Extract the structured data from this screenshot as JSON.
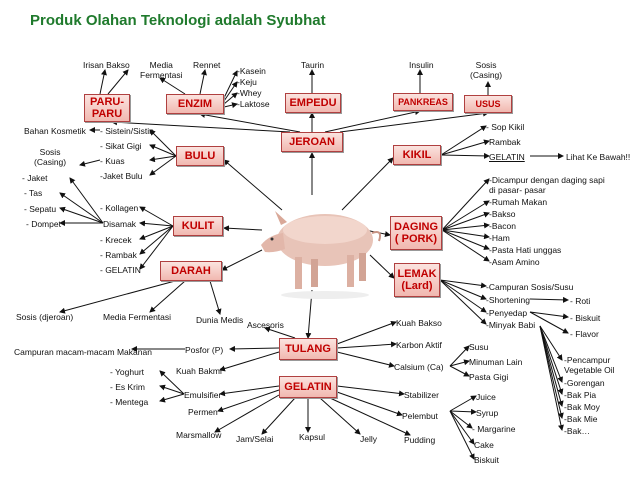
{
  "title": "Produk Olahan Teknologi adalah Syubhat",
  "boxes": {
    "paru": "PARU-\nPARU",
    "enzim": "ENZIM",
    "empedu": "EMPEDU",
    "pankreas": "PANKREAS",
    "usus": "USUS",
    "jeroan": "JEROAN",
    "bulu": "BULU",
    "kikil": "KIKIL",
    "kulit": "KULIT",
    "daging": "DAGING\n( PORK)",
    "darah": "DARAH",
    "lemak": "LEMAK\n(Lard)",
    "tulang": "TULANG",
    "gelatin": "GELATIN"
  },
  "labels": {
    "irisan_bakso": "Irisan Bakso",
    "media_fermentasi_top": "Media\nFermentasi",
    "rennet": "Rennet",
    "kasein": "-Kasein",
    "keju": "-Keju",
    "whey": "-Whey",
    "laktose": "-Laktose",
    "taurin": "Taurin",
    "insulin": "Insulin",
    "sosis_casing_right": "Sosis\n(Casing)",
    "bahan_kosmetik": "Bahan Kosmetik",
    "sistein": "- Sistein/Sistin",
    "sikat_gigi": "- Sikat Gigi",
    "kuas": "- Kuas",
    "jaket_bulu": "-Jaket Bulu",
    "sosis_casing_left": "Sosis\n(Casing)",
    "jaket": "- Jaket",
    "tas": "- Tas",
    "sepatu": "- Sepatu",
    "dompet": "- Dompet",
    "kollagen": "- Kollagen",
    "disamak": "Disamak",
    "krecek": "- Krecek",
    "rambak_left": "- Rambak",
    "gelatin_left": "- GELATIN",
    "sop_kikil": "- Sop Kikil",
    "rambak_right": "Rambak",
    "gelatin_right": "GELATIN",
    "lihat_ke_bawah": "Lihat Ke Bawah!!",
    "dicampur": "-Dicampur dengan daging sapi\ndi pasar- pasar",
    "rumah_makan": "-Rumah Makan",
    "bakso": "-Bakso",
    "bacon": "-Bacon",
    "ham": "-Ham",
    "pasta_hati": "-Pasta Hati unggas",
    "asam_amino": "-Asam Amino",
    "campuran_sosis": "-Campuran Sosis/Susu",
    "shortening": "-Shortening",
    "penyedap": "-Penyedap",
    "minyak_babi": "-Minyak Babi",
    "roti": "- Roti",
    "biskuit_right": "- Biskuit",
    "flavor": "- Flavor",
    "pencampur": "-Pencampur\nVegetable Oil",
    "gorengan": "-Gorengan",
    "bak_pia": "-Bak Pia",
    "bak_moy": "-Bak Moy",
    "bak_mie": "-Bak Mie",
    "bak_etc": "-Bak…",
    "sosis_djeroan": "Sosis (djeroan)",
    "media_fermentasi_mid": "Media Fermentasi",
    "dunia_medis": "Dunia Medis",
    "ascesoris": "Ascesoris",
    "kuah_bakso": "Kuah Bakso",
    "karbon_aktif": "Karbon Aktif",
    "calsium": "Calsium (Ca)",
    "susu": "Susu",
    "minuman_lain": "Minuman Lain",
    "pasta_gigi": "Pasta Gigi",
    "campuran_makanan": "Campuran macam-macam Makanan",
    "posfor": "Posfor (P)",
    "kuah_bakmi": "Kuah Bakmi",
    "yoghurt": "- Yoghurt",
    "es_krim": "- Es Krim",
    "mentega": "- Mentega",
    "emulsifier": "Emulsifier",
    "permen": "Permen",
    "marsmallow": "Marsmallow",
    "jam_selai": "Jam/Selai",
    "kapsul": "Kapsul",
    "jelly": "Jelly",
    "pudding": "Pudding",
    "stabilizer": "Stabilizer",
    "pelembut": "Pelembut",
    "juice": "Juice",
    "syrup": "Syrup",
    "margarine": "- Margarine",
    "cake": "Cake",
    "biskuit_bottom": "Biskuit"
  }
}
